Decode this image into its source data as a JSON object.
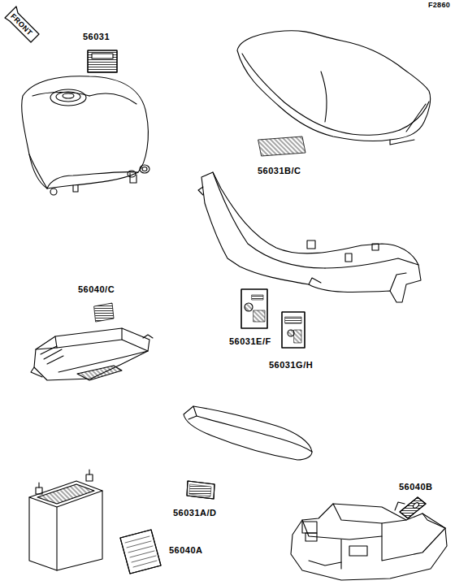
{
  "diagram": {
    "labels": [
      "F2860",
      "FRONT",
      "56031",
      "56031B/C",
      "56040/C",
      "56031E/F",
      "56031G/H",
      "56031A/D",
      "56040B",
      "56040A"
    ]
  }
}
